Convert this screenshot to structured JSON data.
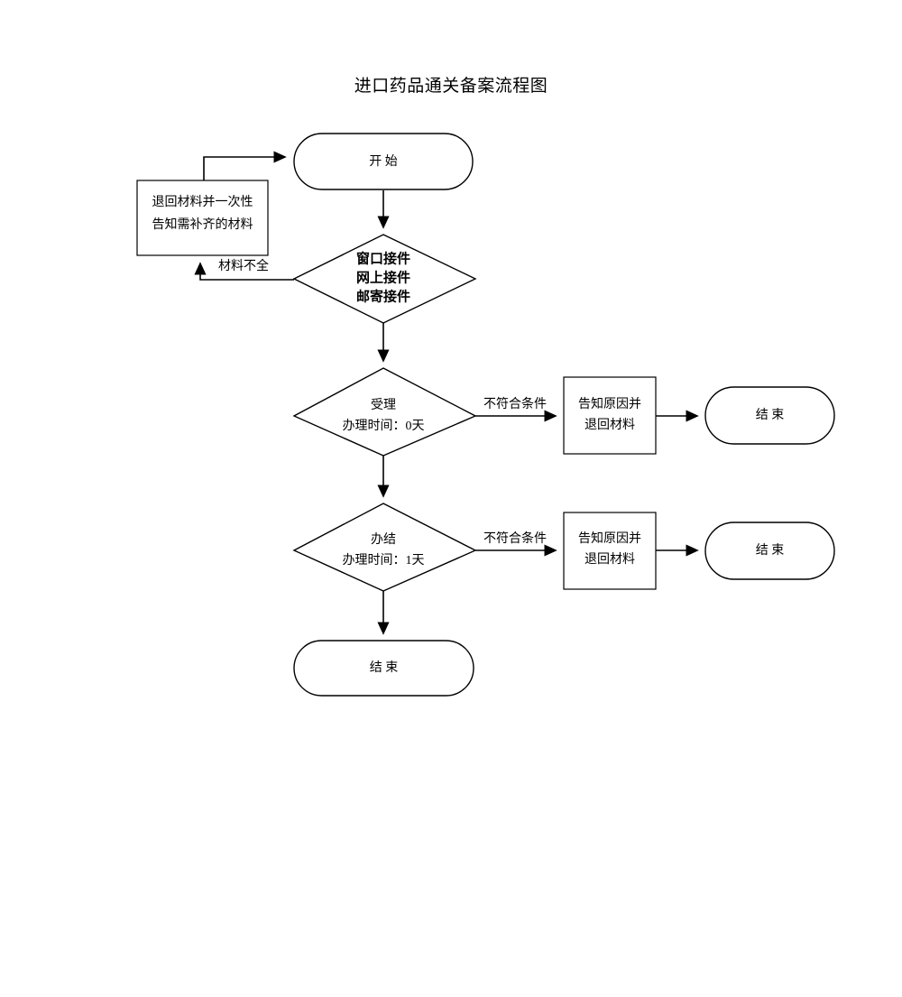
{
  "document": {
    "title": "进口药品通关备案流程图"
  },
  "chart_data": {
    "type": "diagram",
    "diagram_kind": "flowchart",
    "title": "进口药品通关备案流程图",
    "orientation": "top-to-bottom",
    "nodes": [
      {
        "id": "start",
        "shape": "stadium",
        "label": "开  始"
      },
      {
        "id": "return_box",
        "shape": "rectangle",
        "label_line1": "退回材料并一次性",
        "label_line2": "告知需补齐的材料"
      },
      {
        "id": "intake",
        "shape": "diamond",
        "label_line1": "窗口接件",
        "label_line2": "网上接件",
        "label_line3": "邮寄接件",
        "bold": true
      },
      {
        "id": "accept",
        "shape": "diamond",
        "label_line1": "受理",
        "label_line2": "办理时间：0天"
      },
      {
        "id": "notify1",
        "shape": "rectangle",
        "label_line1": "告知原因并",
        "label_line2": "退回材料"
      },
      {
        "id": "end_right_1",
        "shape": "stadium",
        "label": "结  束"
      },
      {
        "id": "complete",
        "shape": "diamond",
        "label_line1": "办结",
        "label_line2": "办理时间：1天"
      },
      {
        "id": "notify2",
        "shape": "rectangle",
        "label_line1": "告知原因并",
        "label_line2": "退回材料"
      },
      {
        "id": "end_right_2",
        "shape": "stadium",
        "label": "结  束"
      },
      {
        "id": "end_bottom",
        "shape": "stadium",
        "label": "结  束"
      }
    ],
    "edges": [
      {
        "from": "start",
        "to": "intake",
        "label": ""
      },
      {
        "from": "intake",
        "to": "return_box",
        "label": "材料不全"
      },
      {
        "from": "return_box",
        "to": "start",
        "label": ""
      },
      {
        "from": "intake",
        "to": "accept",
        "label": ""
      },
      {
        "from": "accept",
        "to": "notify1",
        "label": "不符合条件"
      },
      {
        "from": "notify1",
        "to": "end_right_1",
        "label": ""
      },
      {
        "from": "accept",
        "to": "complete",
        "label": ""
      },
      {
        "from": "complete",
        "to": "notify2",
        "label": "不符合条件"
      },
      {
        "from": "notify2",
        "to": "end_right_2",
        "label": ""
      },
      {
        "from": "complete",
        "to": "end_bottom",
        "label": ""
      }
    ],
    "labels": {
      "material_incomplete": "材料不全",
      "not_conforming_1": "不符合条件",
      "not_conforming_2": "不符合条件"
    },
    "colors": {
      "stroke": "#000000",
      "fill": "#ffffff",
      "text": "#000000"
    }
  }
}
